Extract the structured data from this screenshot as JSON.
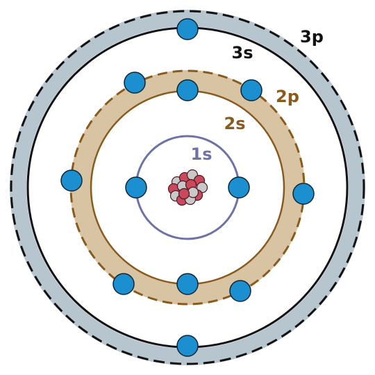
{
  "diagram": {
    "shells": [
      {
        "id": "1s",
        "label": "1s",
        "color": "#6e72a8"
      },
      {
        "id": "2s",
        "label": "2s",
        "color": "#8a5a1c"
      },
      {
        "id": "2p",
        "label": "2p",
        "color": "#8a5a1c",
        "band_color": "#d8c4a2"
      },
      {
        "id": "3s",
        "label": "3s",
        "color": "#111111"
      },
      {
        "id": "3p",
        "label": "3p",
        "color": "#111111",
        "band_color": "#b6c5ce"
      }
    ],
    "electron_count": 12,
    "colors": {
      "electron": "#1b8fcf",
      "electron_outline": "#0e2433",
      "proton": "#c9485b",
      "neutron": "#c8c8c8",
      "nucleon_outline": "#4a1a22"
    }
  }
}
